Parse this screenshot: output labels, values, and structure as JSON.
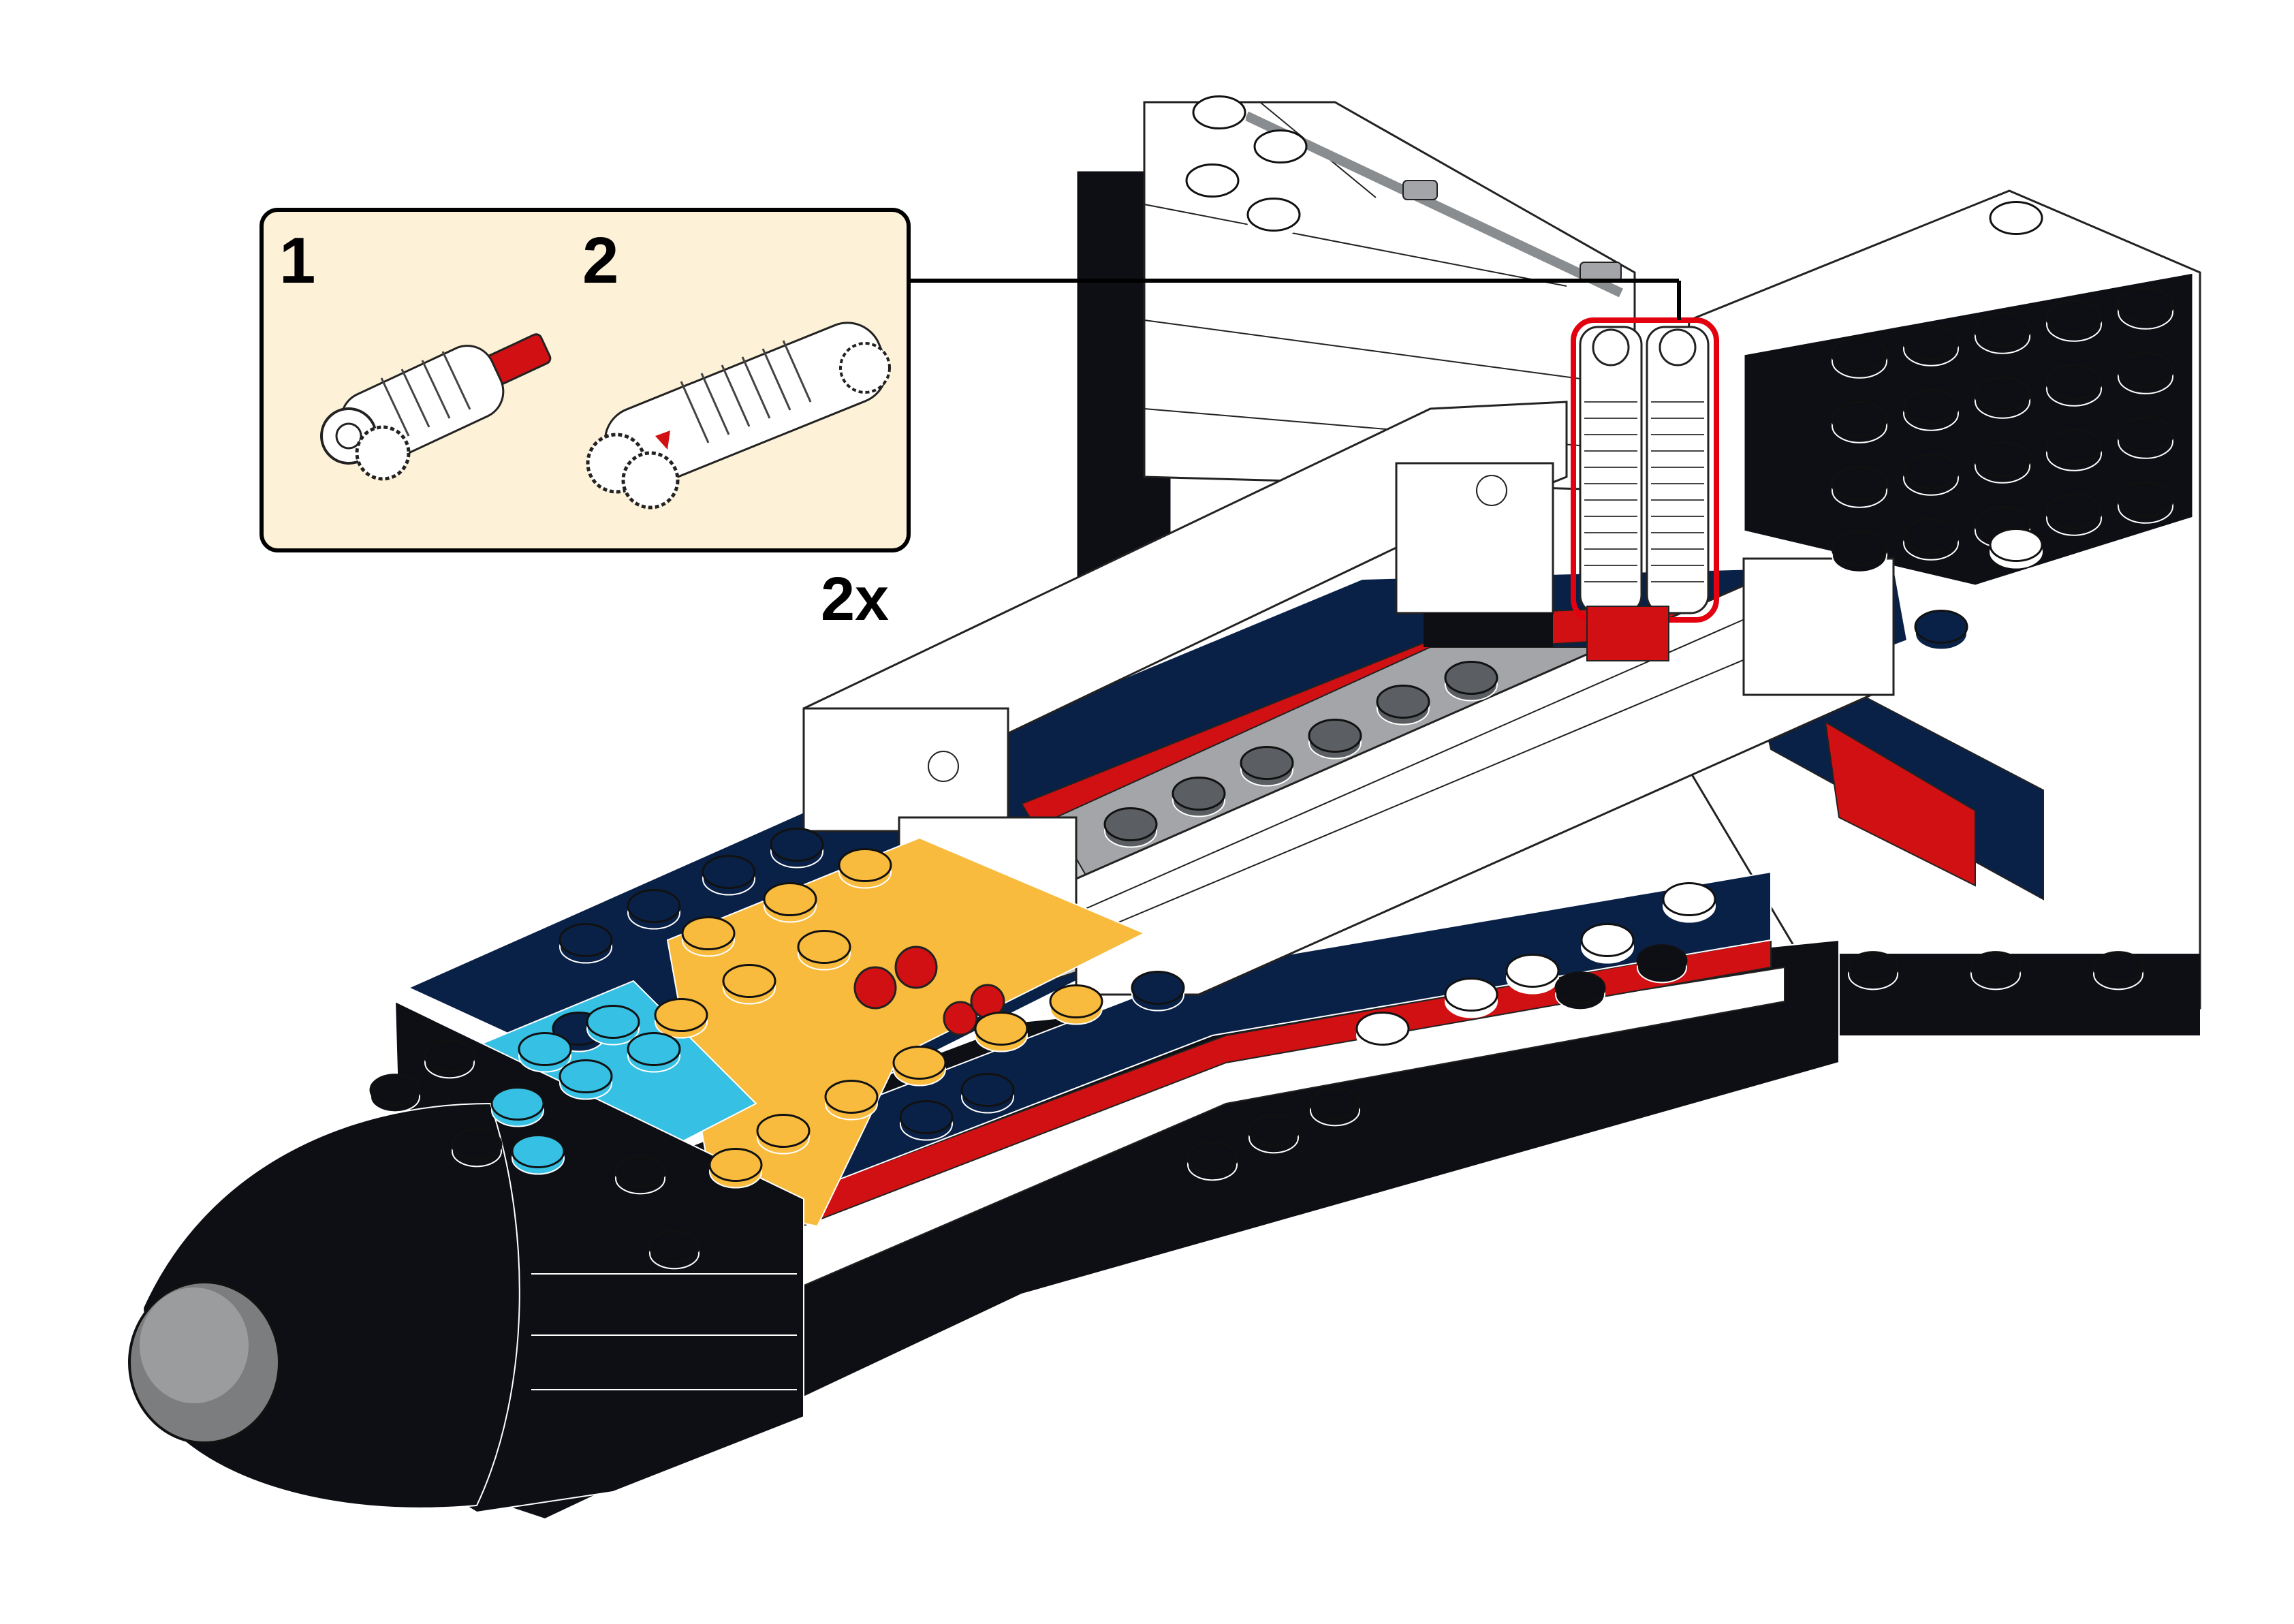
{
  "callout": {
    "sub_steps": [
      {
        "number": "1",
        "part": "technic-axle-pin-with-friction"
      },
      {
        "number": "2",
        "part": "technic-pin-long-with-stop"
      }
    ],
    "multiplier": "2x"
  },
  "colors": {
    "callout_bg": "#fdf2d8",
    "white_brick": "#ffffff",
    "black_brick": "#0d0f14",
    "dark_blue": "#0a2147",
    "red": "#d01012",
    "bright_orange": "#f8bb3d",
    "medium_azure": "#36c0e4",
    "light_grey": "#a3a5a8",
    "dark_grey": "#5b5e62",
    "highlight": "#e3000f"
  }
}
